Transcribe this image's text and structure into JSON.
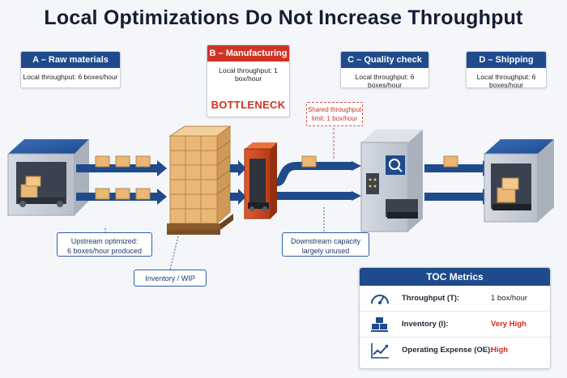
{
  "title": "Local Optimizations Do Not Increase Throughput",
  "stages": {
    "a": {
      "name": "A – Raw materials",
      "throughput": "Local throughput: 6 boxes/hour"
    },
    "b": {
      "name": "B – Manufacturing",
      "throughput": "Local throughput: 1 box/hour",
      "status": "BOTTLENECK"
    },
    "c": {
      "name": "C – Quality check",
      "throughput": "Local throughput: 6 boxes/hour"
    },
    "d": {
      "name": "D – Shipping",
      "throughput": "Local throughput: 6 boxes/hour"
    }
  },
  "annotations": {
    "shared_limit": [
      "Shared throughput",
      "limit: 1 box/hour"
    ],
    "upstream": [
      "Upstream optimized:",
      "6 boxes/hour produced"
    ],
    "inventory": "Inventory / WIP",
    "downstream": [
      "Downstream capacity",
      "largely unused"
    ]
  },
  "metrics": {
    "title": "TOC Metrics",
    "rows": [
      {
        "icon": "speedometer-icon",
        "label": "Throughput (T):",
        "value": "1 box/hour",
        "emphasis": false
      },
      {
        "icon": "boxes-icon",
        "label": "Inventory (I):",
        "value": "Very High",
        "emphasis": true
      },
      {
        "icon": "line-chart-icon",
        "label": "Operating Expense (OE):",
        "value": "High",
        "emphasis": true
      }
    ]
  },
  "colors": {
    "navy": "#1f4a8c",
    "alert_red": "#cf3324",
    "box_tan": "#e9b877",
    "arrow_blue": "#1f4a8c"
  }
}
